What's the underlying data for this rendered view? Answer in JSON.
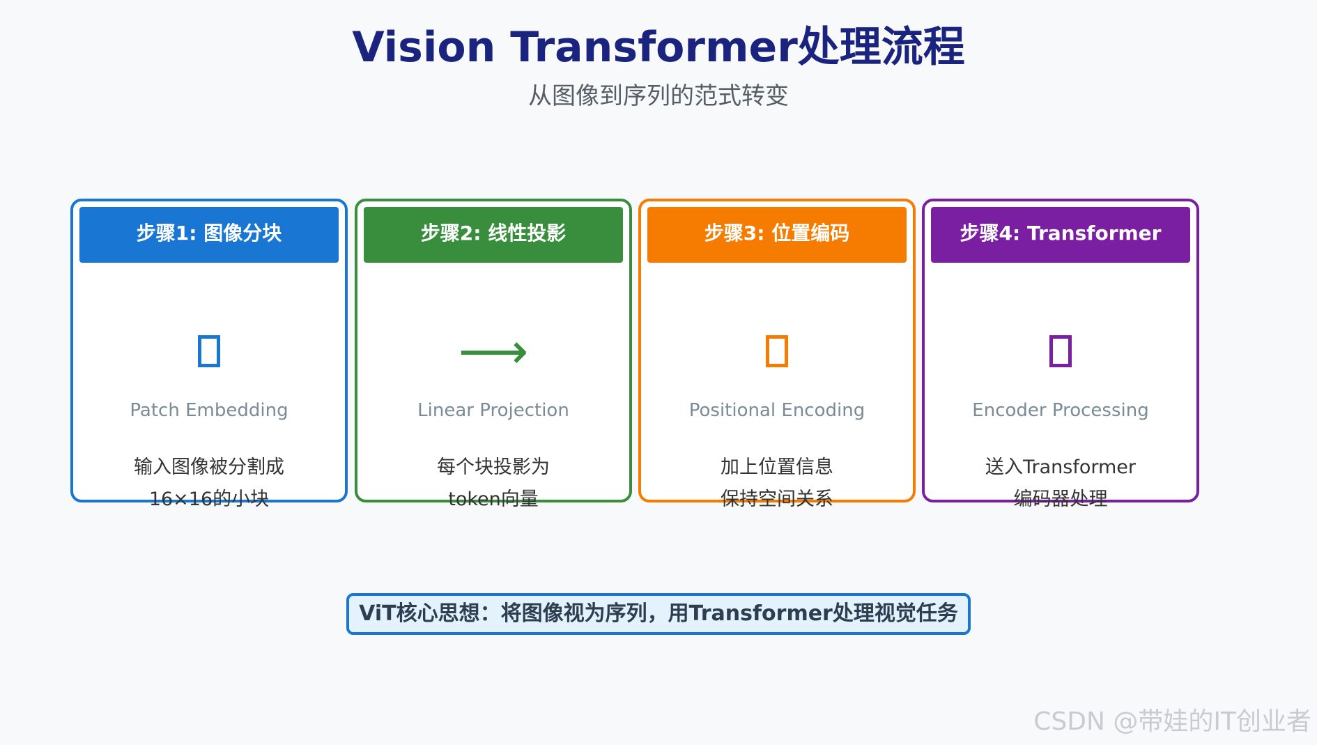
{
  "title": "Vision Transformer处理流程",
  "subtitle": "从图像到序列的范式转变",
  "steps": [
    {
      "header": "步骤1: 图像分块",
      "icon": "patch-box-icon",
      "english": "Patch Embedding",
      "desc_line1": "输入图像被分割成",
      "desc_line2": "16×16的小块",
      "color": "#1976d2"
    },
    {
      "header": "步骤2: 线性投影",
      "icon": "arrow-right-icon",
      "icon_glyph": "⟶",
      "english": "Linear Projection",
      "desc_line1": "每个块投影为",
      "desc_line2": "token向量",
      "color": "#388e3c"
    },
    {
      "header": "步骤3: 位置编码",
      "icon": "position-box-icon",
      "english": "Positional Encoding",
      "desc_line1": "加上位置信息",
      "desc_line2": "保持空间关系",
      "color": "#f57c00"
    },
    {
      "header": "步骤4: Transformer",
      "icon": "encoder-box-icon",
      "english": "Encoder Processing",
      "desc_line1": "送入Transformer",
      "desc_line2": "编码器处理",
      "color": "#7b1fa2"
    }
  ],
  "core_idea": "ViT核心思想：将图像视为序列，用Transformer处理视觉任务",
  "watermark": "CSDN @带娃的IT创业者"
}
